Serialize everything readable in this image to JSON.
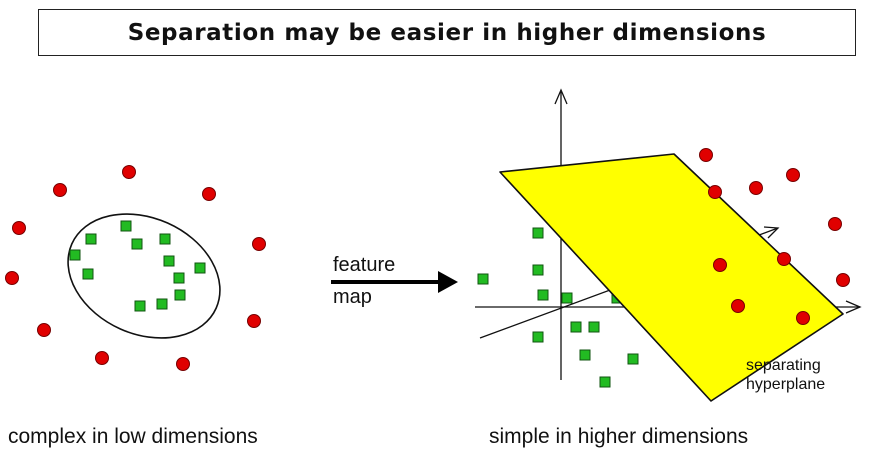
{
  "title": "Separation may be easier in higher dimensions",
  "arrow_label": {
    "line1": "feature",
    "line2": "map"
  },
  "hyperplane_label": {
    "line1": "separating",
    "line2": "hyperplane"
  },
  "captions": {
    "left": "complex in low dimensions",
    "right": "simple in higher dimensions"
  },
  "colors": {
    "red_point": "#e00000",
    "green_point": "#22bb22",
    "hyperplane_fill": "#ffff00",
    "line": "#111111"
  },
  "point_shapes": {
    "outer_class": "red-circle",
    "inner_class": "green-square"
  }
}
